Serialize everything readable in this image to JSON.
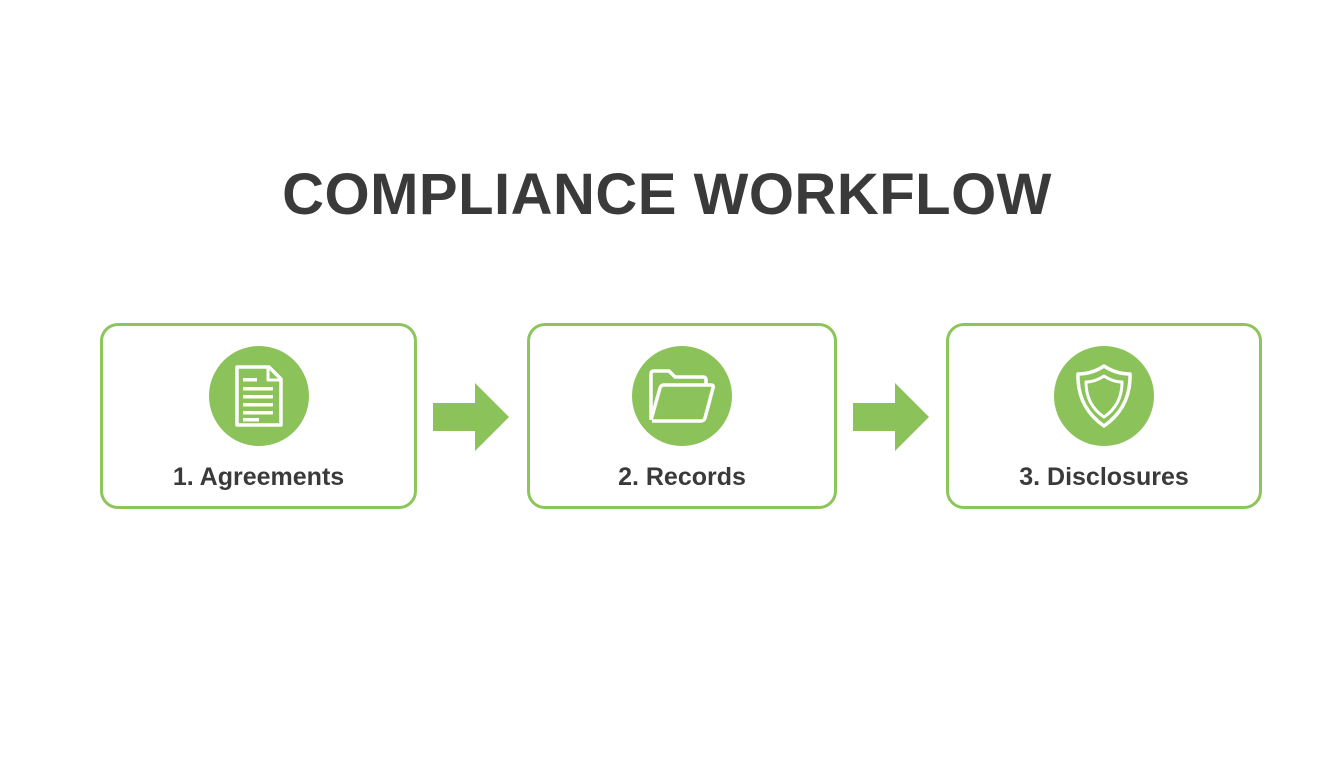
{
  "diagram": {
    "title": "COMPLIANCE WORKFLOW",
    "accent_color": "#8bc25a",
    "text_color": "#3a3a3a",
    "steps": [
      {
        "label": "1. Agreements",
        "icon": "document-icon"
      },
      {
        "label": "2. Records",
        "icon": "folder-icon"
      },
      {
        "label": "3. Disclosures",
        "icon": "shield-icon"
      }
    ],
    "connectors": [
      {
        "from": "1. Agreements",
        "to": "2. Records",
        "icon": "arrow-right-icon"
      },
      {
        "from": "2. Records",
        "to": "3. Disclosures",
        "icon": "arrow-right-icon"
      }
    ]
  }
}
